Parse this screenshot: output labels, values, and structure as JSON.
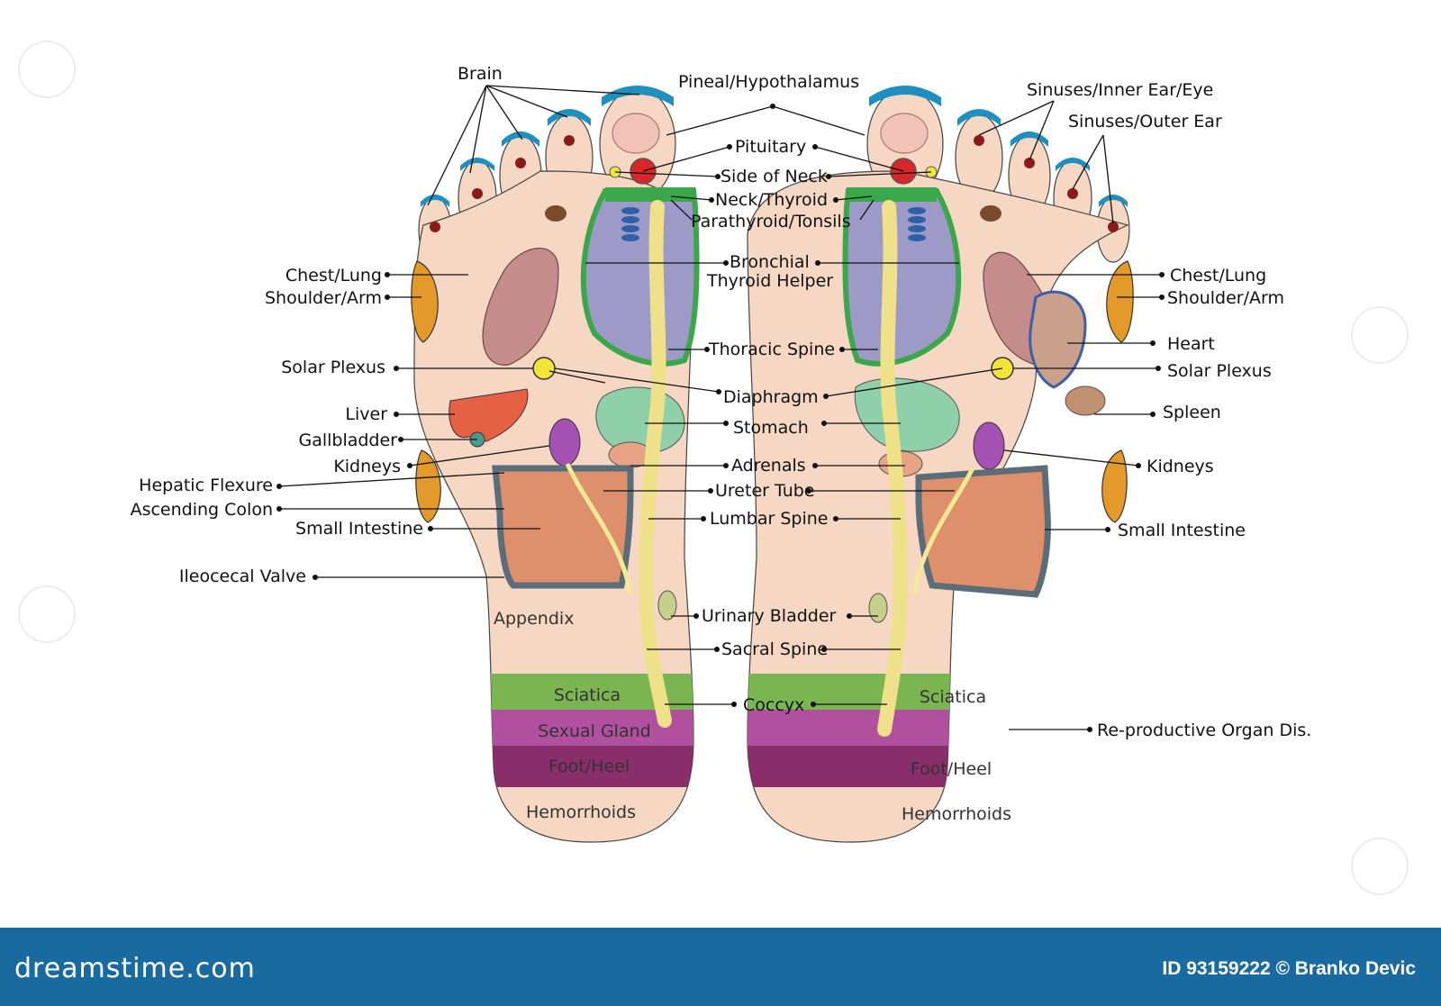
{
  "labels": {
    "brain": "Brain",
    "pineal": "Pineal/Hypothalamus",
    "pituitary": "Pituitary",
    "side_neck": "Side of Neck",
    "neck_thyroid": "Neck/Thyroid",
    "parathyroid": "Parathyroid/Tonsils",
    "bronchial": "Bronchial",
    "thyroid_helper": "Thyroid Helper",
    "thoracic_spine": "Thoracic Spine",
    "diaphragm": "Diaphragm",
    "stomach": "Stomach",
    "adrenals": "Adrenals",
    "ureter": "Ureter Tube",
    "lumbar": "Lumbar Spine",
    "urinary": "Urinary Bladder",
    "sacral": "Sacral Spine",
    "coccyx": "Coccyx",
    "chest_lung": "Chest/Lung",
    "shoulder_arm": "Shoulder/Arm",
    "solar_plexus": "Solar Plexus",
    "liver": "Liver",
    "gallbladder": "Gallbladder",
    "kidneys": "Kidneys",
    "hepatic": "Hepatic Flexure",
    "ascending": "Ascending Colon",
    "small_intestine": "Small Intestine",
    "ileocecal": "Ileocecal Valve",
    "appendix": "Appendix",
    "sinuses_inner": "Sinuses/Inner Ear/Eye",
    "sinuses_outer": "Sinuses/Outer Ear",
    "heart": "Heart",
    "spleen": "Spleen",
    "reproductive": "Re-productive Organ Dis."
  },
  "bands": {
    "sciatica": "Sciatica",
    "sexual_gland": "Sexual Gland",
    "foot_heel": "Foot/Heel",
    "hemorrhoids": "Hemorrhoids"
  },
  "colors": {
    "skin": "#f6d7c3",
    "toe_tip": "#1f8fc0",
    "sciatica": "#7ab552",
    "sexual_gland": "#b0509e",
    "foot_heel": "#8a2e6b",
    "thyroid": "#3aa84a",
    "lung_zone": "#9d9ac8",
    "spine": "#f3ea93",
    "shoulder": "#e39a2a",
    "footer": "#1a6aa2"
  },
  "footer": {
    "brand": "dreamstime.com",
    "credit": "ID 93159222 © Branko Devic"
  }
}
